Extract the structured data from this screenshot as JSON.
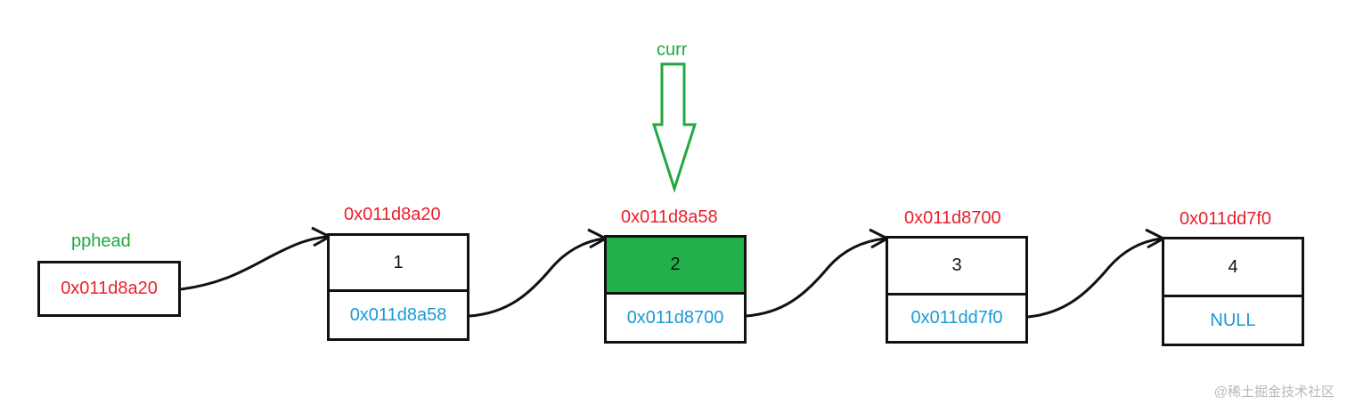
{
  "colors": {
    "address_label": "#e8202a",
    "pointer_label": "#22a841",
    "next_value": "#1a9ad6",
    "highlight": "#22b04a",
    "outline": "#111111"
  },
  "pphead": {
    "label": "pphead",
    "value": "0x011d8a20"
  },
  "curr": {
    "label": "curr"
  },
  "nodes": [
    {
      "address": "0x011d8a20",
      "data": "1",
      "next": "0x011d8a58",
      "highlighted": false
    },
    {
      "address": "0x011d8a58",
      "data": "2",
      "next": "0x011d8700",
      "highlighted": true
    },
    {
      "address": "0x011d8700",
      "data": "3",
      "next": "0x011dd7f0",
      "highlighted": false
    },
    {
      "address": "0x011dd7f0",
      "data": "4",
      "next": "NULL",
      "highlighted": false
    }
  ],
  "watermark": "@稀土掘金技术社区"
}
